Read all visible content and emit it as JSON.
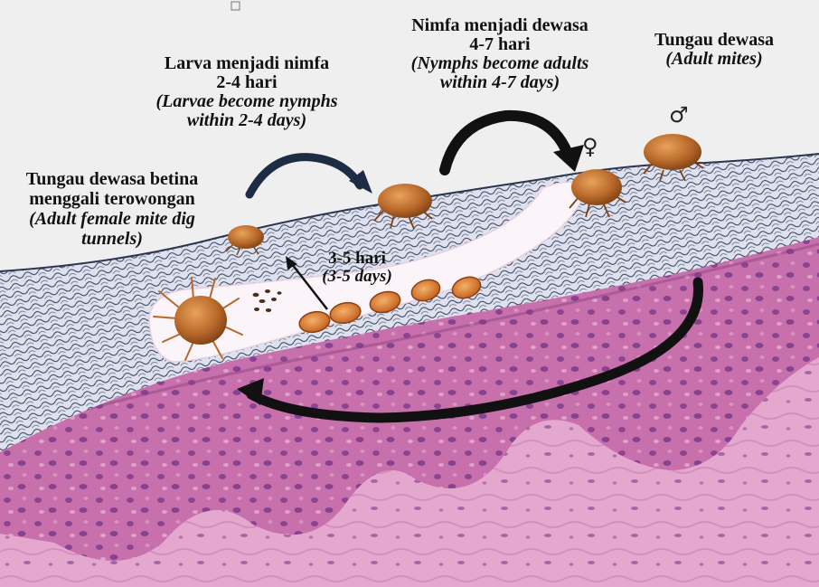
{
  "labels": {
    "female_burrow": {
      "id_line1": "Tungau dewasa betina",
      "id_line2": "menggali terowongan",
      "en_line1": "(Adult female mite dig",
      "en_line2": "tunnels)"
    },
    "larva_to_nymph": {
      "id_line1": "Larva menjadi nimfa",
      "id_line2": "2-4 hari",
      "en_line1": "(Larvae become nymphs",
      "en_line2": "within 2-4 days)"
    },
    "nymph_to_adult": {
      "id_line1": "Nimfa menjadi dewasa",
      "id_line2": "4-7 hari",
      "en_line1": "(Nymphs become adults",
      "en_line2": "within 4-7 days)"
    },
    "adult_mites": {
      "id_line1": "Tungau dewasa",
      "en_line1": "(Adult mites)"
    },
    "egg_hatch": {
      "id_line1": "3-5 hari",
      "en_line1": "(3-5 days)"
    }
  },
  "symbols": {
    "male": "♂",
    "female": "♀"
  },
  "colors": {
    "tissue_pink": "#c86aa8",
    "tissue_dark": "#8a3f80",
    "stratum_corneum": "#d8dcec",
    "mite_body": "#b8692a",
    "egg": "#d9782e",
    "arrow_black": "#111111",
    "arrow_navy": "#1d2b44"
  }
}
